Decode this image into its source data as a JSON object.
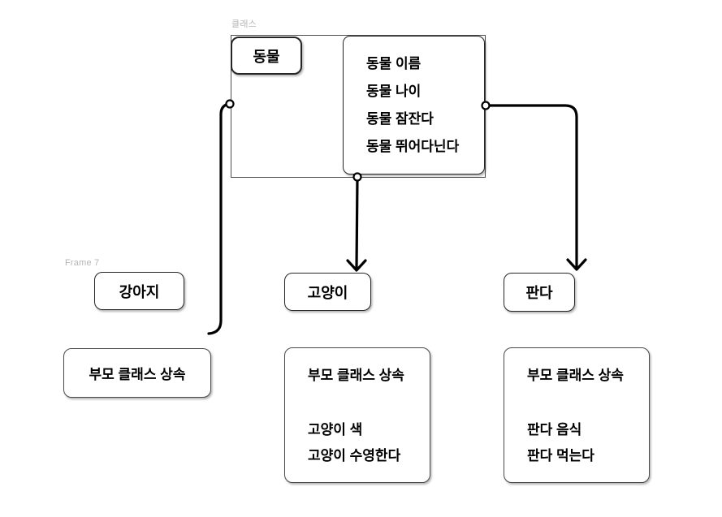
{
  "canvas": {
    "background": "#ffffff"
  },
  "colors": {
    "connector": "#000000",
    "box_border": "#262626",
    "frame_border": "#4d4d4d",
    "frame_label": "#b5b5b5",
    "text": "#000000"
  },
  "parent_frame": {
    "label": "클래스",
    "class_box": {
      "title": "동물"
    },
    "attributes_box": {
      "lines": [
        "동물 이름",
        "동물 나이",
        "동물 잠잔다",
        "동물 뛰어다닌다"
      ]
    }
  },
  "child_frame": {
    "label": "Frame 7",
    "children": [
      {
        "name": "강아지",
        "details": {
          "inherit": "부모 클래스 상속"
        }
      },
      {
        "name": "고양이",
        "details": {
          "inherit": "부모 클래스 상속",
          "attr1": "고양이 색",
          "attr2": "고양이 수영한다"
        }
      },
      {
        "name": "판다",
        "details": {
          "inherit": "부모 클래스 상속",
          "attr1": "판다 음식",
          "attr2": "판다 먹는다"
        }
      }
    ]
  }
}
